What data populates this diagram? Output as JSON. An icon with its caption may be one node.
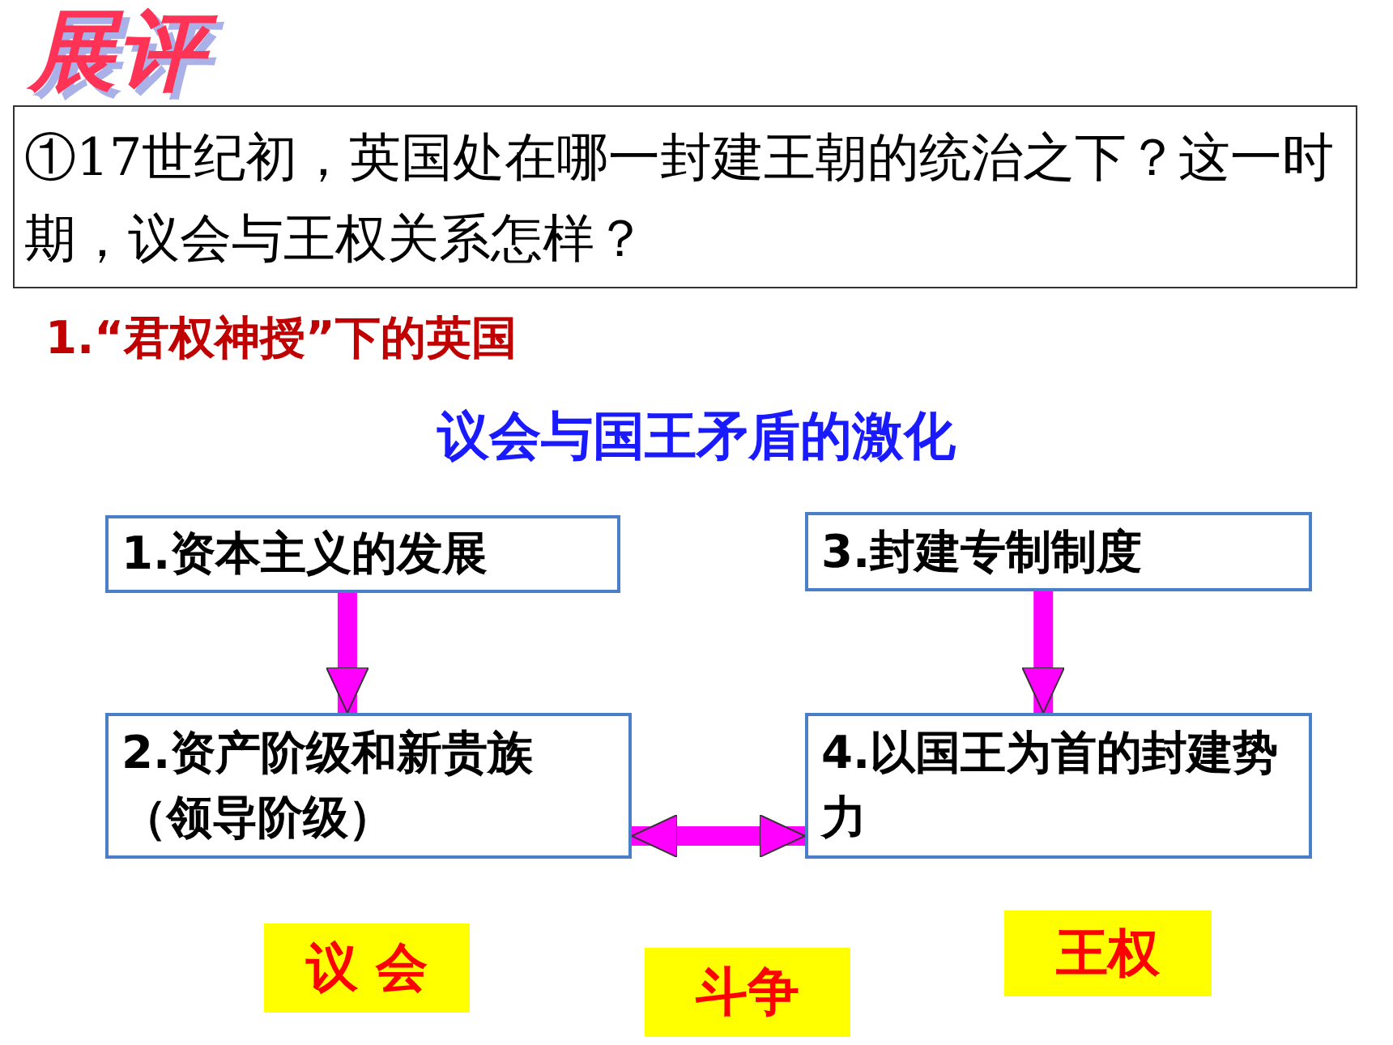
{
  "diagram": {
    "title": "展评",
    "nodes": [
      {
        "text": [
          "①17世纪初，英国处在哪一封建王朝的统治之下？这一时期，议会与王权关系怎样？"
        ]
      },
      {
        "text": [
          "1.资本主义的发展"
        ]
      },
      {
        "text": [
          "2.资产阶级和新贵族（领导阶级）"
        ]
      },
      {
        "text": [
          "3.封建专制制度"
        ]
      },
      {
        "text": [
          "4.以国王为首的封建势力"
        ]
      },
      {
        "text": [
          "议 会"
        ]
      },
      {
        "text": [
          "斗争"
        ]
      },
      {
        "text": [
          "王权"
        ]
      }
    ],
    "edges": [
      {
        "from": 1,
        "to": 2,
        "arrow": "to"
      },
      {
        "from": 3,
        "to": 4,
        "arrow": "to"
      },
      {
        "from": 2,
        "to": 4,
        "arrow": "both"
      }
    ],
    "labels": [
      "1.“君权神授”下的英国",
      "议会与国王矛盾的激化"
    ]
  }
}
